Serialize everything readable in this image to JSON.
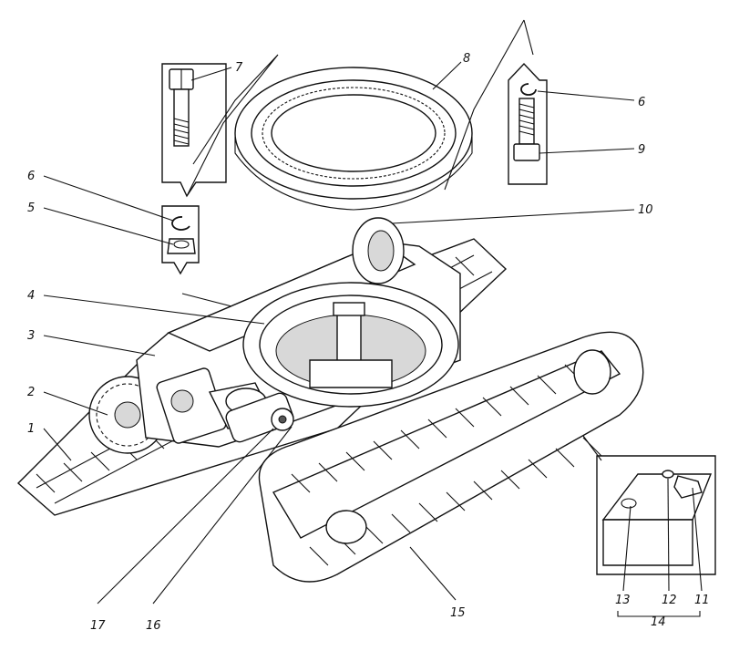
{
  "callouts": [
    {
      "id": "1",
      "text": "1"
    },
    {
      "id": "2",
      "text": "2"
    },
    {
      "id": "3",
      "text": "3"
    },
    {
      "id": "4",
      "text": "4"
    },
    {
      "id": "5",
      "text": "5"
    },
    {
      "id": "6a",
      "text": "6"
    },
    {
      "id": "6b",
      "text": "6"
    },
    {
      "id": "7",
      "text": "7"
    },
    {
      "id": "8",
      "text": "8"
    },
    {
      "id": "9",
      "text": "9"
    },
    {
      "id": "10",
      "text": "10"
    },
    {
      "id": "11",
      "text": "11"
    },
    {
      "id": "12",
      "text": "12"
    },
    {
      "id": "13",
      "text": "13"
    },
    {
      "id": "14",
      "text": "14"
    },
    {
      "id": "15",
      "text": "15"
    },
    {
      "id": "16",
      "text": "16"
    },
    {
      "id": "17",
      "text": "17"
    }
  ]
}
